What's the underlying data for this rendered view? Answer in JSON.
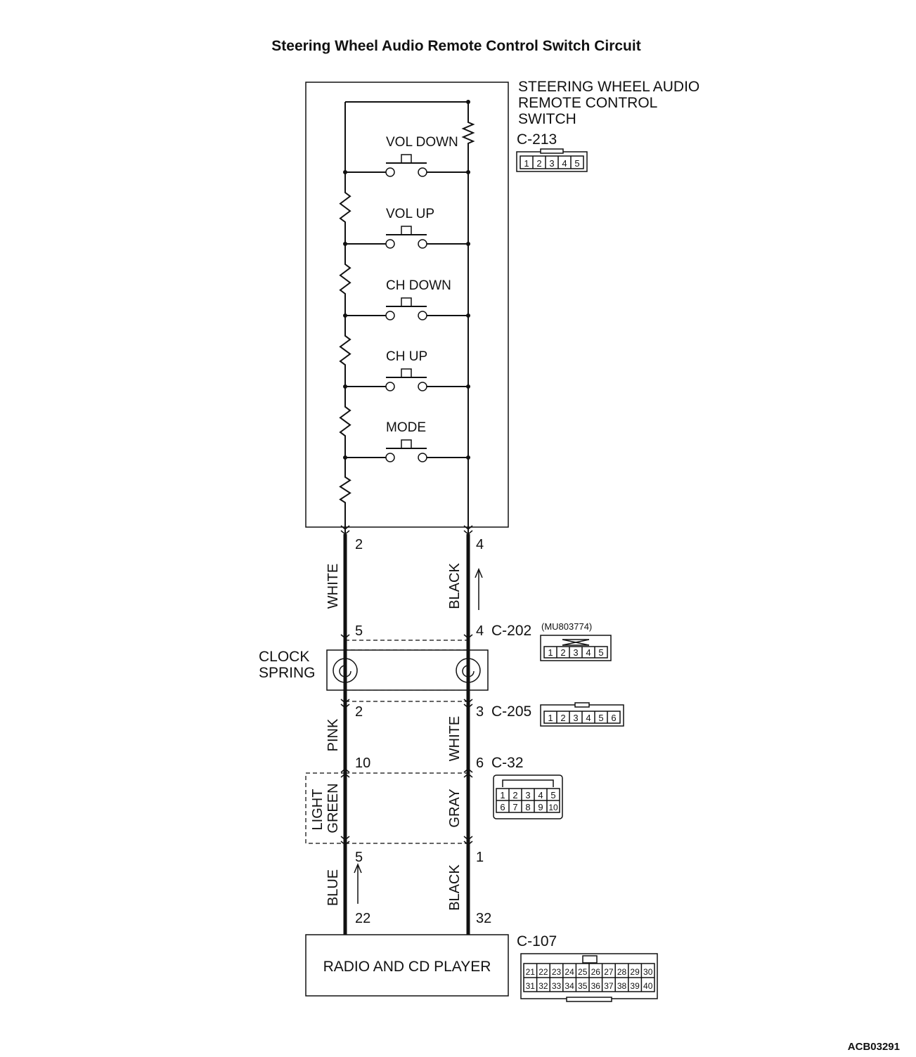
{
  "title": "Steering Wheel Audio Remote Control Switch Circuit",
  "figure_id": "ACB03291",
  "switch_unit": {
    "name_lines": [
      "STEERING WHEEL AUDIO",
      "REMOTE CONTROL",
      "SWITCH"
    ],
    "connector": "C-213",
    "pins": [
      "1",
      "2",
      "3",
      "4",
      "5"
    ],
    "switches": [
      "VOL DOWN",
      "VOL UP",
      "CH DOWN",
      "CH UP",
      "MODE"
    ]
  },
  "upper_wires": {
    "left_pin_top": "2",
    "right_pin_top": "4",
    "left_color": "WHITE",
    "right_color": "BLACK",
    "left_pin_bottom": "5",
    "right_pin_bottom": "4"
  },
  "c202": {
    "connector": "C-202",
    "part": "(MU803774)",
    "pins": [
      "1",
      "2",
      "3",
      "4",
      "5"
    ]
  },
  "clock_spring": {
    "label_lines": [
      "CLOCK",
      "SPRING"
    ]
  },
  "c205": {
    "connector": "C-205",
    "left_pin": "2",
    "right_pin": "3",
    "pins": [
      "1",
      "2",
      "3",
      "4",
      "5",
      "6"
    ]
  },
  "middle_wires": {
    "left_color": "PINK",
    "right_color": "WHITE"
  },
  "c32": {
    "connector": "C-32",
    "left_pin": "10",
    "right_pin": "6",
    "row1": [
      "1",
      "2",
      "3",
      "4",
      "5"
    ],
    "row2": [
      "6",
      "7",
      "8",
      "9",
      "10"
    ]
  },
  "harness_wires": {
    "left_color_lines": [
      "LIGHT",
      "GREEN"
    ],
    "right_color": "GRAY"
  },
  "lower_wires": {
    "left_pin_top": "5",
    "right_pin_top": "1",
    "left_color": "BLUE",
    "right_color": "BLACK",
    "left_pin_bottom": "22",
    "right_pin_bottom": "32"
  },
  "radio": {
    "label": "RADIO AND CD PLAYER",
    "connector": "C-107",
    "row1": [
      "21",
      "22",
      "23",
      "24",
      "25",
      "26",
      "27",
      "28",
      "29",
      "30"
    ],
    "row2": [
      "31",
      "32",
      "33",
      "34",
      "35",
      "36",
      "37",
      "38",
      "39",
      "40"
    ]
  }
}
